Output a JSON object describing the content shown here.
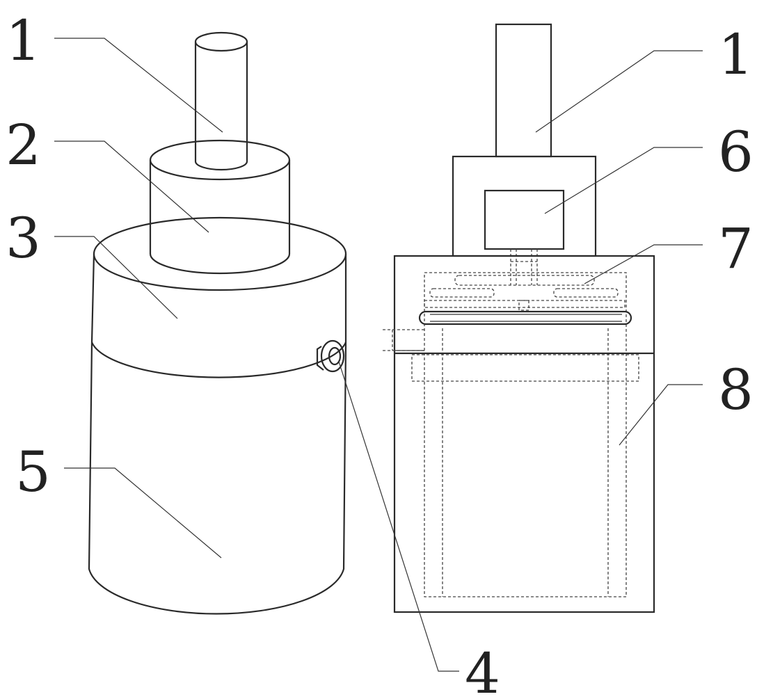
{
  "figure": {
    "labels_left": [
      "1",
      "2",
      "3",
      "5"
    ],
    "labels_right": [
      "1",
      "6",
      "7",
      "8"
    ],
    "label_bottom": "4"
  }
}
